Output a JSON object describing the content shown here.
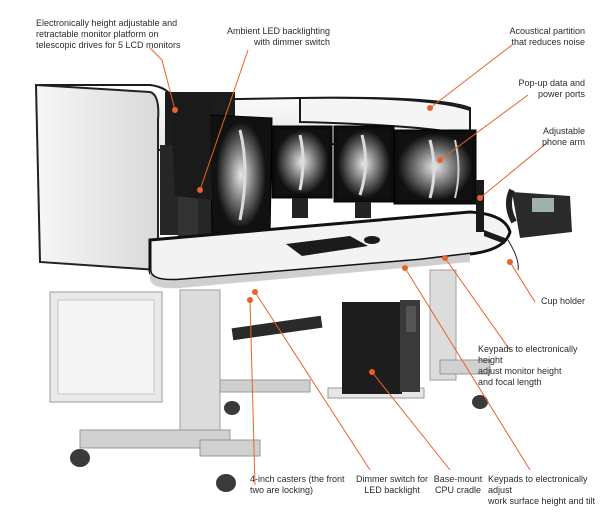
{
  "callouts": {
    "monitor_platform": [
      "Electronically height adjustable and",
      "retractable monitor platform on",
      "telescopic drives for 5 LCD monitors"
    ],
    "led_backlighting": [
      "Ambient LED backlighting",
      "with dimmer switch"
    ],
    "acoustical_partition": [
      "Acoustical partition",
      "that reduces noise"
    ],
    "popup_ports": [
      "Pop-up data and",
      "power ports"
    ],
    "phone_arm": [
      "Adjustable",
      "phone arm"
    ],
    "cup_holder": [
      "Cup holder"
    ],
    "keypads_monitor": [
      "Keypads to electronically height",
      "adjust monitor height",
      "and focal  length"
    ],
    "casters": [
      "4-inch casters (the front",
      "two are locking)"
    ],
    "dimmer_switch": [
      "Dimmer switch for",
      "LED backlight"
    ],
    "cpu_cradle": [
      "Base-mount",
      "CPU cradle"
    ],
    "keypads_surface": [
      "Keypads to electronically adjust",
      "work surface height and tilt"
    ]
  },
  "colors": {
    "leader_line": "#e8622a",
    "desk_white": "#f2f2f2",
    "desk_edge": "#1a1a1a",
    "frame_grey": "#b8b8b8"
  }
}
